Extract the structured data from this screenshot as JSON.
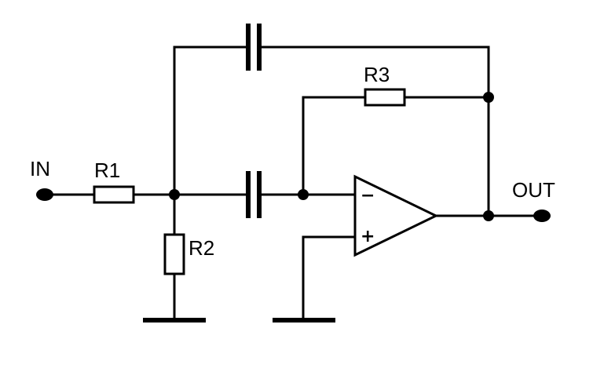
{
  "labels": {
    "in": "IN",
    "out": "OUT",
    "r1": "R1",
    "r2": "R2",
    "r3": "R3",
    "minus": "−",
    "plus": "+"
  }
}
